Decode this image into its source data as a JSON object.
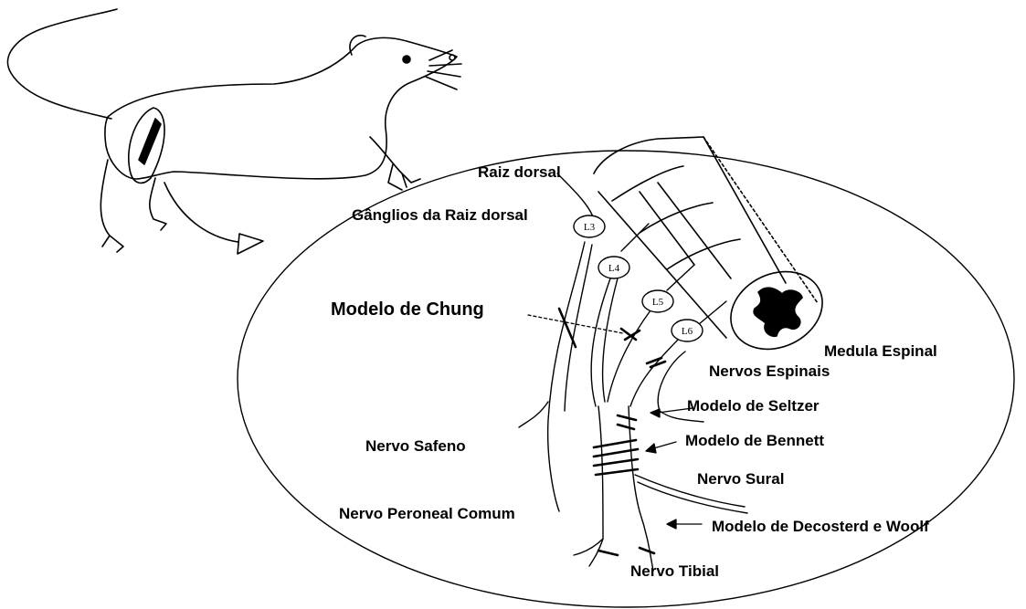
{
  "labels": {
    "raiz_dorsal": "Raiz dorsal",
    "ganglios": "Gânglios da Raiz dorsal",
    "modelo_chung": "Modelo de Chung",
    "medula_espinal": "Medula  Espinal",
    "nervos_espinais": "Nervos  Espinais",
    "modelo_seltzer": "Modelo de Seltzer",
    "nervo_safeno": "Nervo Safeno",
    "modelo_bennett": "Modelo de Bennett",
    "nervo_sural": "Nervo Sural",
    "nervo_peroneal": "Nervo Peroneal Comum",
    "modelo_decosterd": "Modelo de Decosterd e Woolf",
    "nervo_tibial": "Nervo Tibial"
  },
  "segments": {
    "l3": "L3",
    "l4": "L4",
    "l5": "L5",
    "l6": "L6"
  },
  "colors": {
    "ink": "#000000",
    "background": "#ffffff"
  }
}
